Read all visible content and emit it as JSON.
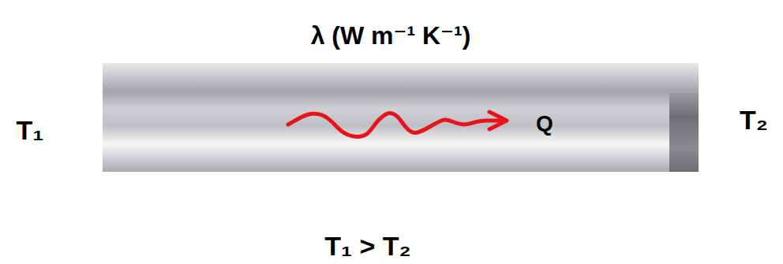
{
  "diagram": {
    "nodes": [
      {
        "text": [
          "Q"
        ]
      }
    ],
    "labels": [
      "λ  (W m⁻¹ K⁻¹)",
      "T₁",
      "T₂",
      "T₁ >  T₂"
    ]
  }
}
